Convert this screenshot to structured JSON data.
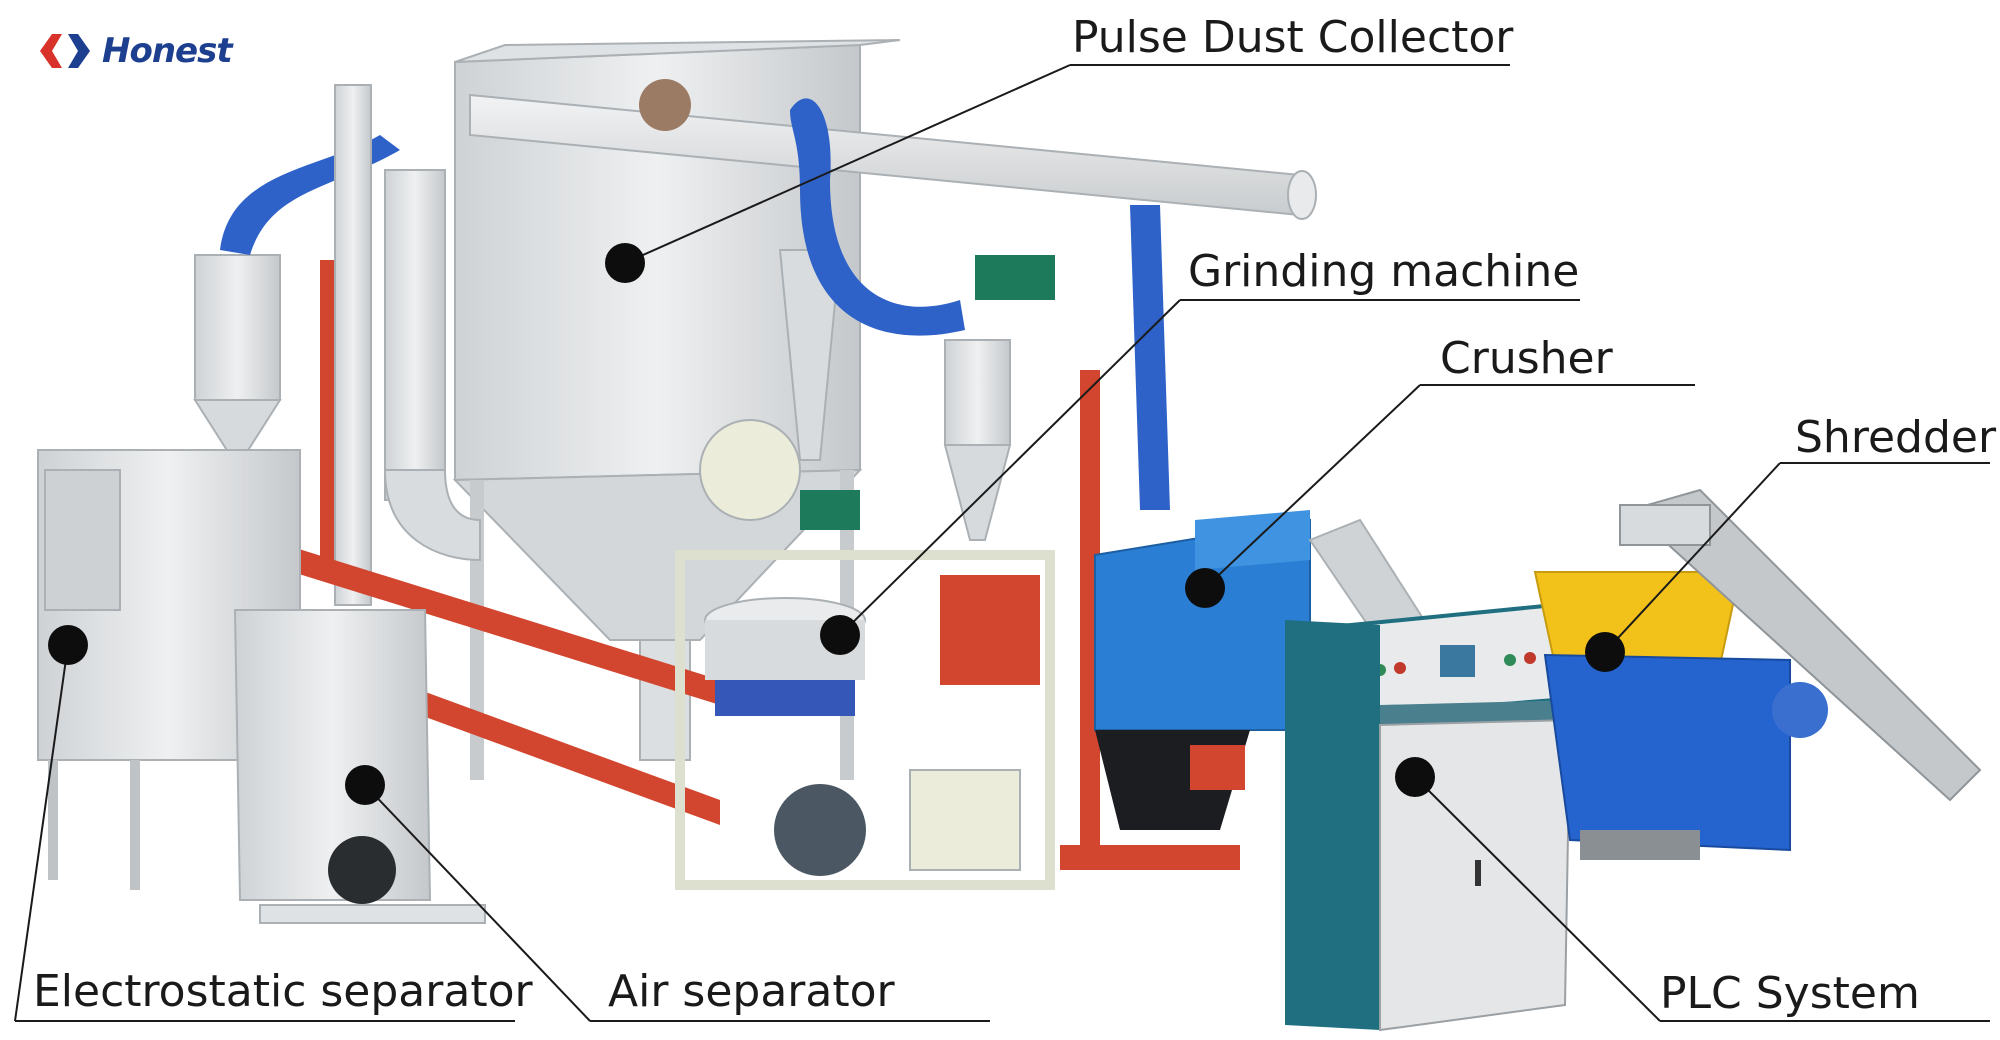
{
  "brand": {
    "name": "Honest"
  },
  "labels": {
    "pulse_dust_collector": "Pulse Dust Collector",
    "grinding_machine": "Grinding machine",
    "crusher": "Crusher",
    "shredder": "Shredder",
    "electrostatic_separator": "Electrostatic separator",
    "air_separator": "Air separator",
    "plc_system": "PLC System"
  },
  "colors": {
    "brand_red": "#d8322a",
    "brand_blue": "#1d3f8f",
    "machine_grey": "#e4e6e8",
    "machine_blue": "#2a7fd4",
    "pipe_red": "#d2452e",
    "hose_blue": "#2f62c8",
    "panel_teal": "#1f6f80",
    "hopper_yellow": "#f2c21b"
  }
}
